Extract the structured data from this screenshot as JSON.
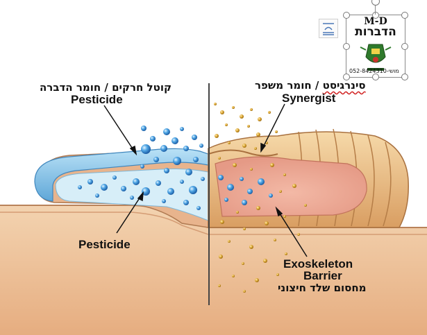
{
  "labels": {
    "pesticide_top_hebrew": "קוטל חרקים / חומר הדברה",
    "pesticide_top": "Pesticide",
    "synergist_hebrew_part1": "סינרגיסט",
    "synergist_hebrew_part2": " / חומר משפר",
    "synergist": "Synergist",
    "pesticide_bottom": "Pesticide",
    "exoskeleton_line1": "Exoskeleton",
    "exoskeleton_line2": "Barrier",
    "exoskeleton_hebrew": "מחסום שלד חיצוני"
  },
  "logo": {
    "title": "M-D",
    "hebrew_name": "הדברות",
    "contact": "052-8424310-מושי"
  },
  "icons": {
    "layout_options": "layout-options-icon",
    "logo_emblem": "pest-control-emblem-icon"
  },
  "colors": {
    "pesticide_droplet": "#2f8ad6",
    "synergist_particle": "#d9a736",
    "gel_blue": "#8ec9ec",
    "skin": "#e9b98f",
    "divider": "#444444"
  }
}
